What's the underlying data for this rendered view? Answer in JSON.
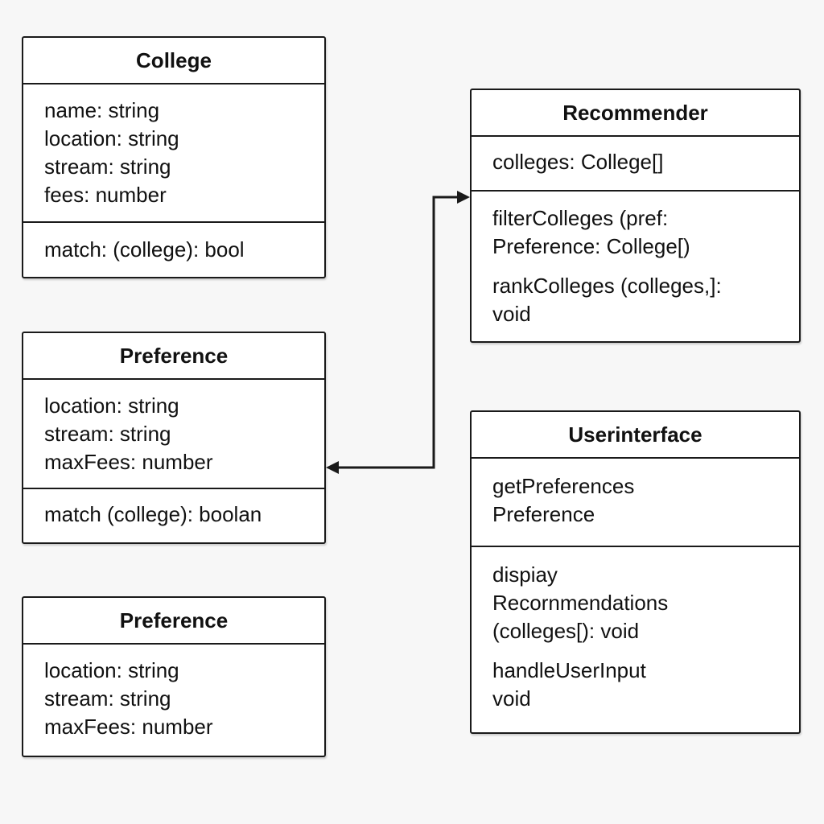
{
  "classes": {
    "college": {
      "title": "College",
      "attributes": [
        "name: string",
        "location: string",
        "stream: string",
        "fees: number"
      ],
      "methods": [
        "match: (college): bool"
      ]
    },
    "preference_1": {
      "title": "Preference",
      "attributes": [
        "location: string",
        "stream: string",
        "maxFees: number"
      ],
      "methods": [
        "match (college): boolan"
      ]
    },
    "preference_2": {
      "title": "Preference",
      "attributes": [
        "location: string",
        "stream: string",
        "maxFees: number"
      ]
    },
    "recommender": {
      "title": "Recommender",
      "attributes": [
        "colleges: College[]"
      ],
      "methods": [
        [
          "filterColleges (pref:",
          "Preference: College[)"
        ],
        [
          "rankColleges (colleges,]:",
          "void"
        ]
      ]
    },
    "userinterface": {
      "title": "Userinterface",
      "attributes": [
        "getPreferences",
        "Preference"
      ],
      "methods": [
        [
          "dispiay",
          "Recornmendations",
          "(colleges[): void"
        ],
        [
          "handleUserInput",
          "void"
        ]
      ]
    }
  },
  "colors": {
    "stroke": "#1a1a1a",
    "background": "#f7f7f7",
    "box_fill": "#ffffff"
  }
}
